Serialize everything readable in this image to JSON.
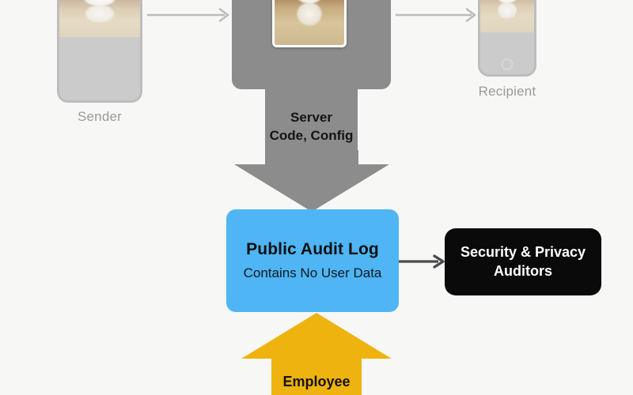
{
  "diagram": {
    "background_color": "#f7f7f6",
    "nodes": {
      "sender": {
        "caption": "Sender",
        "icon": "phone-device-icon",
        "color": "#a8a8a8"
      },
      "server": {
        "line1": "Server",
        "line2": "Code, Config",
        "color": "#8c8c8c",
        "icon": "photo-thumbnail-icon"
      },
      "recipient": {
        "caption": "Recipient",
        "icon": "phone-device-icon",
        "color": "#a8a8a8"
      },
      "audit_log": {
        "title": "Public Audit Log",
        "subtitle": "Contains No User Data",
        "color": "#4fb5f4"
      },
      "auditors": {
        "line1": "Security & Privacy",
        "line2": "Auditors",
        "color": "#0a0a0a",
        "text_color": "#ffffff"
      },
      "employee": {
        "label": "Employee",
        "color": "#efb310"
      }
    },
    "connectors": {
      "sender_to_server": {
        "icon": "arrow-right-icon",
        "color": "#b9b9b9"
      },
      "server_to_recipient": {
        "icon": "arrow-right-icon",
        "color": "#b9b9b9"
      },
      "server_to_audit": {
        "icon": "arrow-down-block-icon",
        "color": "#8c8c8c"
      },
      "audit_to_auditors": {
        "icon": "arrow-right-icon",
        "color": "#4a4a4a"
      },
      "employee_to_audit": {
        "icon": "arrow-up-block-icon",
        "color": "#efb310"
      }
    }
  }
}
